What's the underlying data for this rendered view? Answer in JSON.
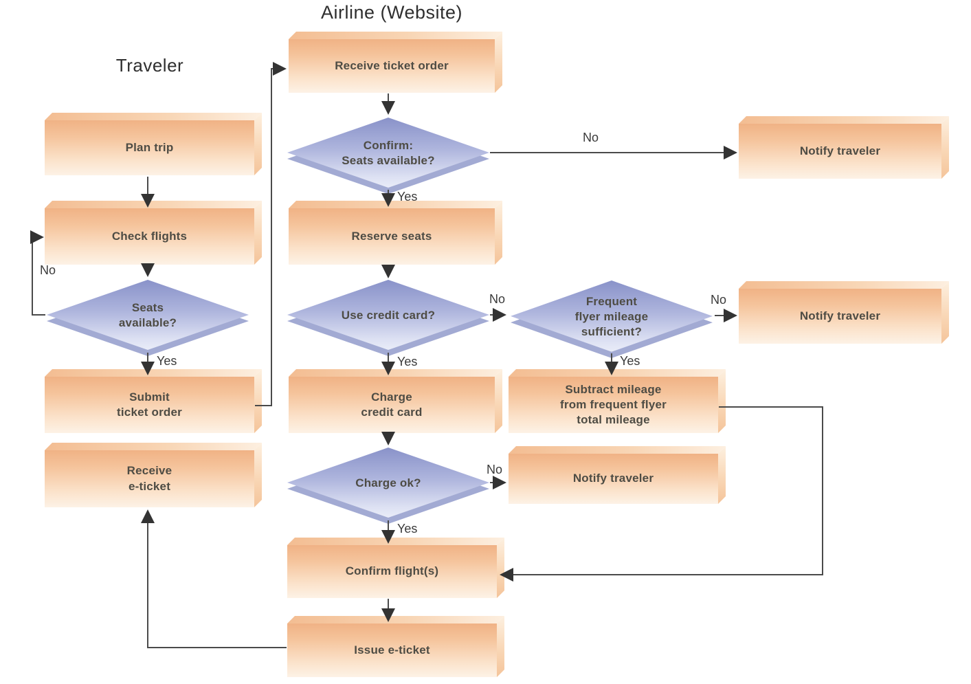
{
  "title": "Airline (Website)",
  "lane_label": "Traveler",
  "nodes": {
    "plan_trip": {
      "type": "process",
      "label": "Plan trip"
    },
    "check_flights": {
      "type": "process",
      "label": "Check flights"
    },
    "seats_available": {
      "type": "decision",
      "label": "Seats\navailable?"
    },
    "submit_ticket_order": {
      "type": "process",
      "label": "Submit\nticket order"
    },
    "receive_eticket": {
      "type": "process",
      "label": "Receive\ne-ticket"
    },
    "receive_ticket_order": {
      "type": "process",
      "label": "Receive ticket order"
    },
    "confirm_seats_available": {
      "type": "decision",
      "label": "Confirm:\nSeats available?"
    },
    "reserve_seats": {
      "type": "process",
      "label": "Reserve seats"
    },
    "use_credit_card": {
      "type": "decision",
      "label": "Use credit card?"
    },
    "charge_credit_card": {
      "type": "process",
      "label": "Charge\ncredit card"
    },
    "charge_ok": {
      "type": "decision",
      "label": "Charge ok?"
    },
    "confirm_flights": {
      "type": "process",
      "label": "Confirm flight(s)"
    },
    "issue_eticket": {
      "type": "process",
      "label": "Issue e-ticket"
    },
    "frequent_flyer_sufficient": {
      "type": "decision",
      "label": "Frequent\nflyer mileage\nsufficient?"
    },
    "subtract_mileage": {
      "type": "process",
      "label": "Subtract mileage\nfrom frequent flyer\ntotal mileage"
    },
    "notify_traveler_top": {
      "type": "process",
      "label": "Notify traveler"
    },
    "notify_traveler_right": {
      "type": "process",
      "label": "Notify traveler"
    },
    "notify_traveler_middle": {
      "type": "process",
      "label": "Notify traveler"
    }
  },
  "edge_labels": {
    "seats_available_no": "No",
    "seats_available_yes": "Yes",
    "confirm_seats_no": "No",
    "confirm_seats_yes": "Yes",
    "use_credit_card_no": "No",
    "use_credit_card_yes": "Yes",
    "frequent_flyer_no": "No",
    "frequent_flyer_yes": "Yes",
    "charge_ok_no": "No",
    "charge_ok_yes": "Yes"
  },
  "colors": {
    "process_fill_top": "#f0b285",
    "process_fill_bottom": "#fdf2e6",
    "decision_fill_top": "#8992c9",
    "decision_fill_bottom": "#e9ecf8",
    "decision_edge": "#a2aad3",
    "arrow_stroke": "#4a4a4a",
    "node_text": "#4e4c44",
    "background": "#ffffff"
  }
}
